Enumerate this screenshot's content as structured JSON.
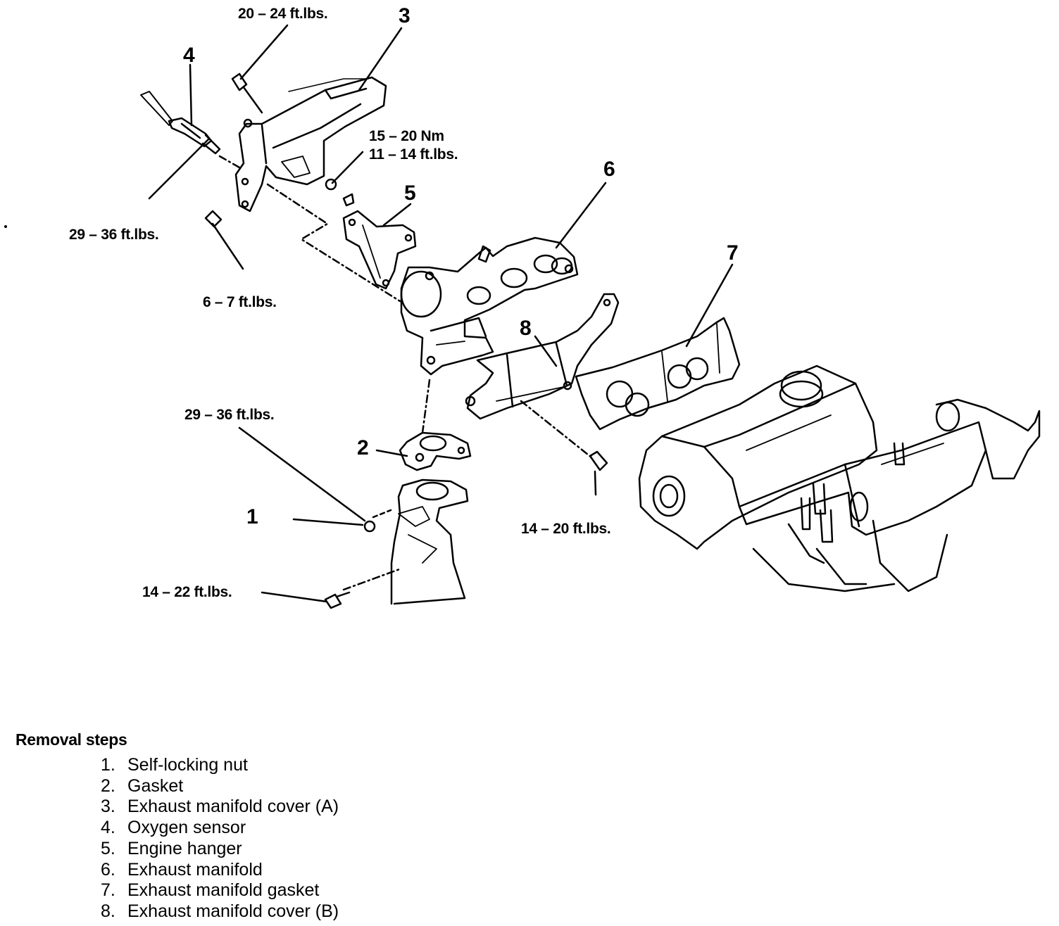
{
  "diagram": {
    "callouts": [
      "1",
      "2",
      "3",
      "4",
      "5",
      "6",
      "7",
      "8"
    ],
    "torques": {
      "t_20_24": "20 – 24 ft.lbs.",
      "t_15_20_nm": "15 – 20 Nm",
      "t_11_14": "11 – 14 ft.lbs.",
      "t_29_36_upper": "29 – 36 ft.lbs.",
      "t_6_7": "6 – 7 ft.lbs.",
      "t_29_36_lower": "29 – 36 ft.lbs.",
      "t_14_20": "14 – 20 ft.lbs.",
      "t_14_22": "14 – 22 ft.lbs."
    }
  },
  "removal": {
    "heading": "Removal steps",
    "steps": [
      {
        "num": "1.",
        "text": "Self-locking nut"
      },
      {
        "num": "2.",
        "text": "Gasket"
      },
      {
        "num": "3.",
        "text": "Exhaust manifold cover (A)"
      },
      {
        "num": "4.",
        "text": "Oxygen sensor"
      },
      {
        "num": "5.",
        "text": "Engine hanger"
      },
      {
        "num": "6.",
        "text": "Exhaust manifold"
      },
      {
        "num": "7.",
        "text": "Exhaust manifold gasket"
      },
      {
        "num": "8.",
        "text": "Exhaust manifold cover (B)"
      }
    ]
  }
}
